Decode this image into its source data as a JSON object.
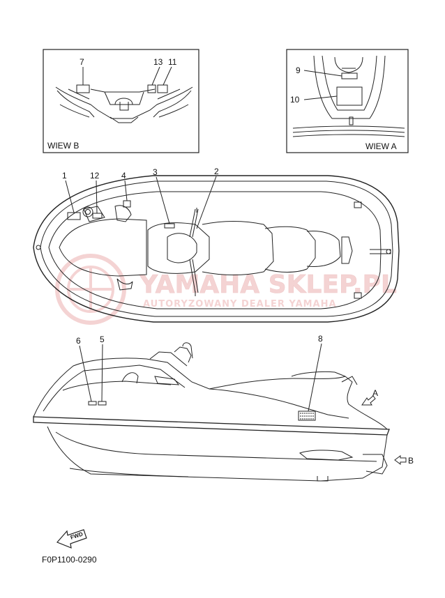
{
  "insets": {
    "view_b": {
      "caption": "WIEW B",
      "callouts": [
        "7",
        "13",
        "11"
      ]
    },
    "view_a": {
      "caption": "WIEW A",
      "callouts": [
        "9",
        "10"
      ]
    }
  },
  "top_view": {
    "callouts": [
      "1",
      "12",
      "4",
      "3",
      "2"
    ]
  },
  "side_view": {
    "callouts": [
      "6",
      "5",
      "8"
    ],
    "arrow_a": "A",
    "arrow_b": "B"
  },
  "fwd_badge": "FWD",
  "part_code": "F0P1100-0290",
  "watermark": {
    "brand": "YAMAHA SKLEP.PL",
    "tagline": "AUTORYZOWANY DEALER YAMAHA",
    "color": "#e8a0a0"
  },
  "line_color": "#222222"
}
